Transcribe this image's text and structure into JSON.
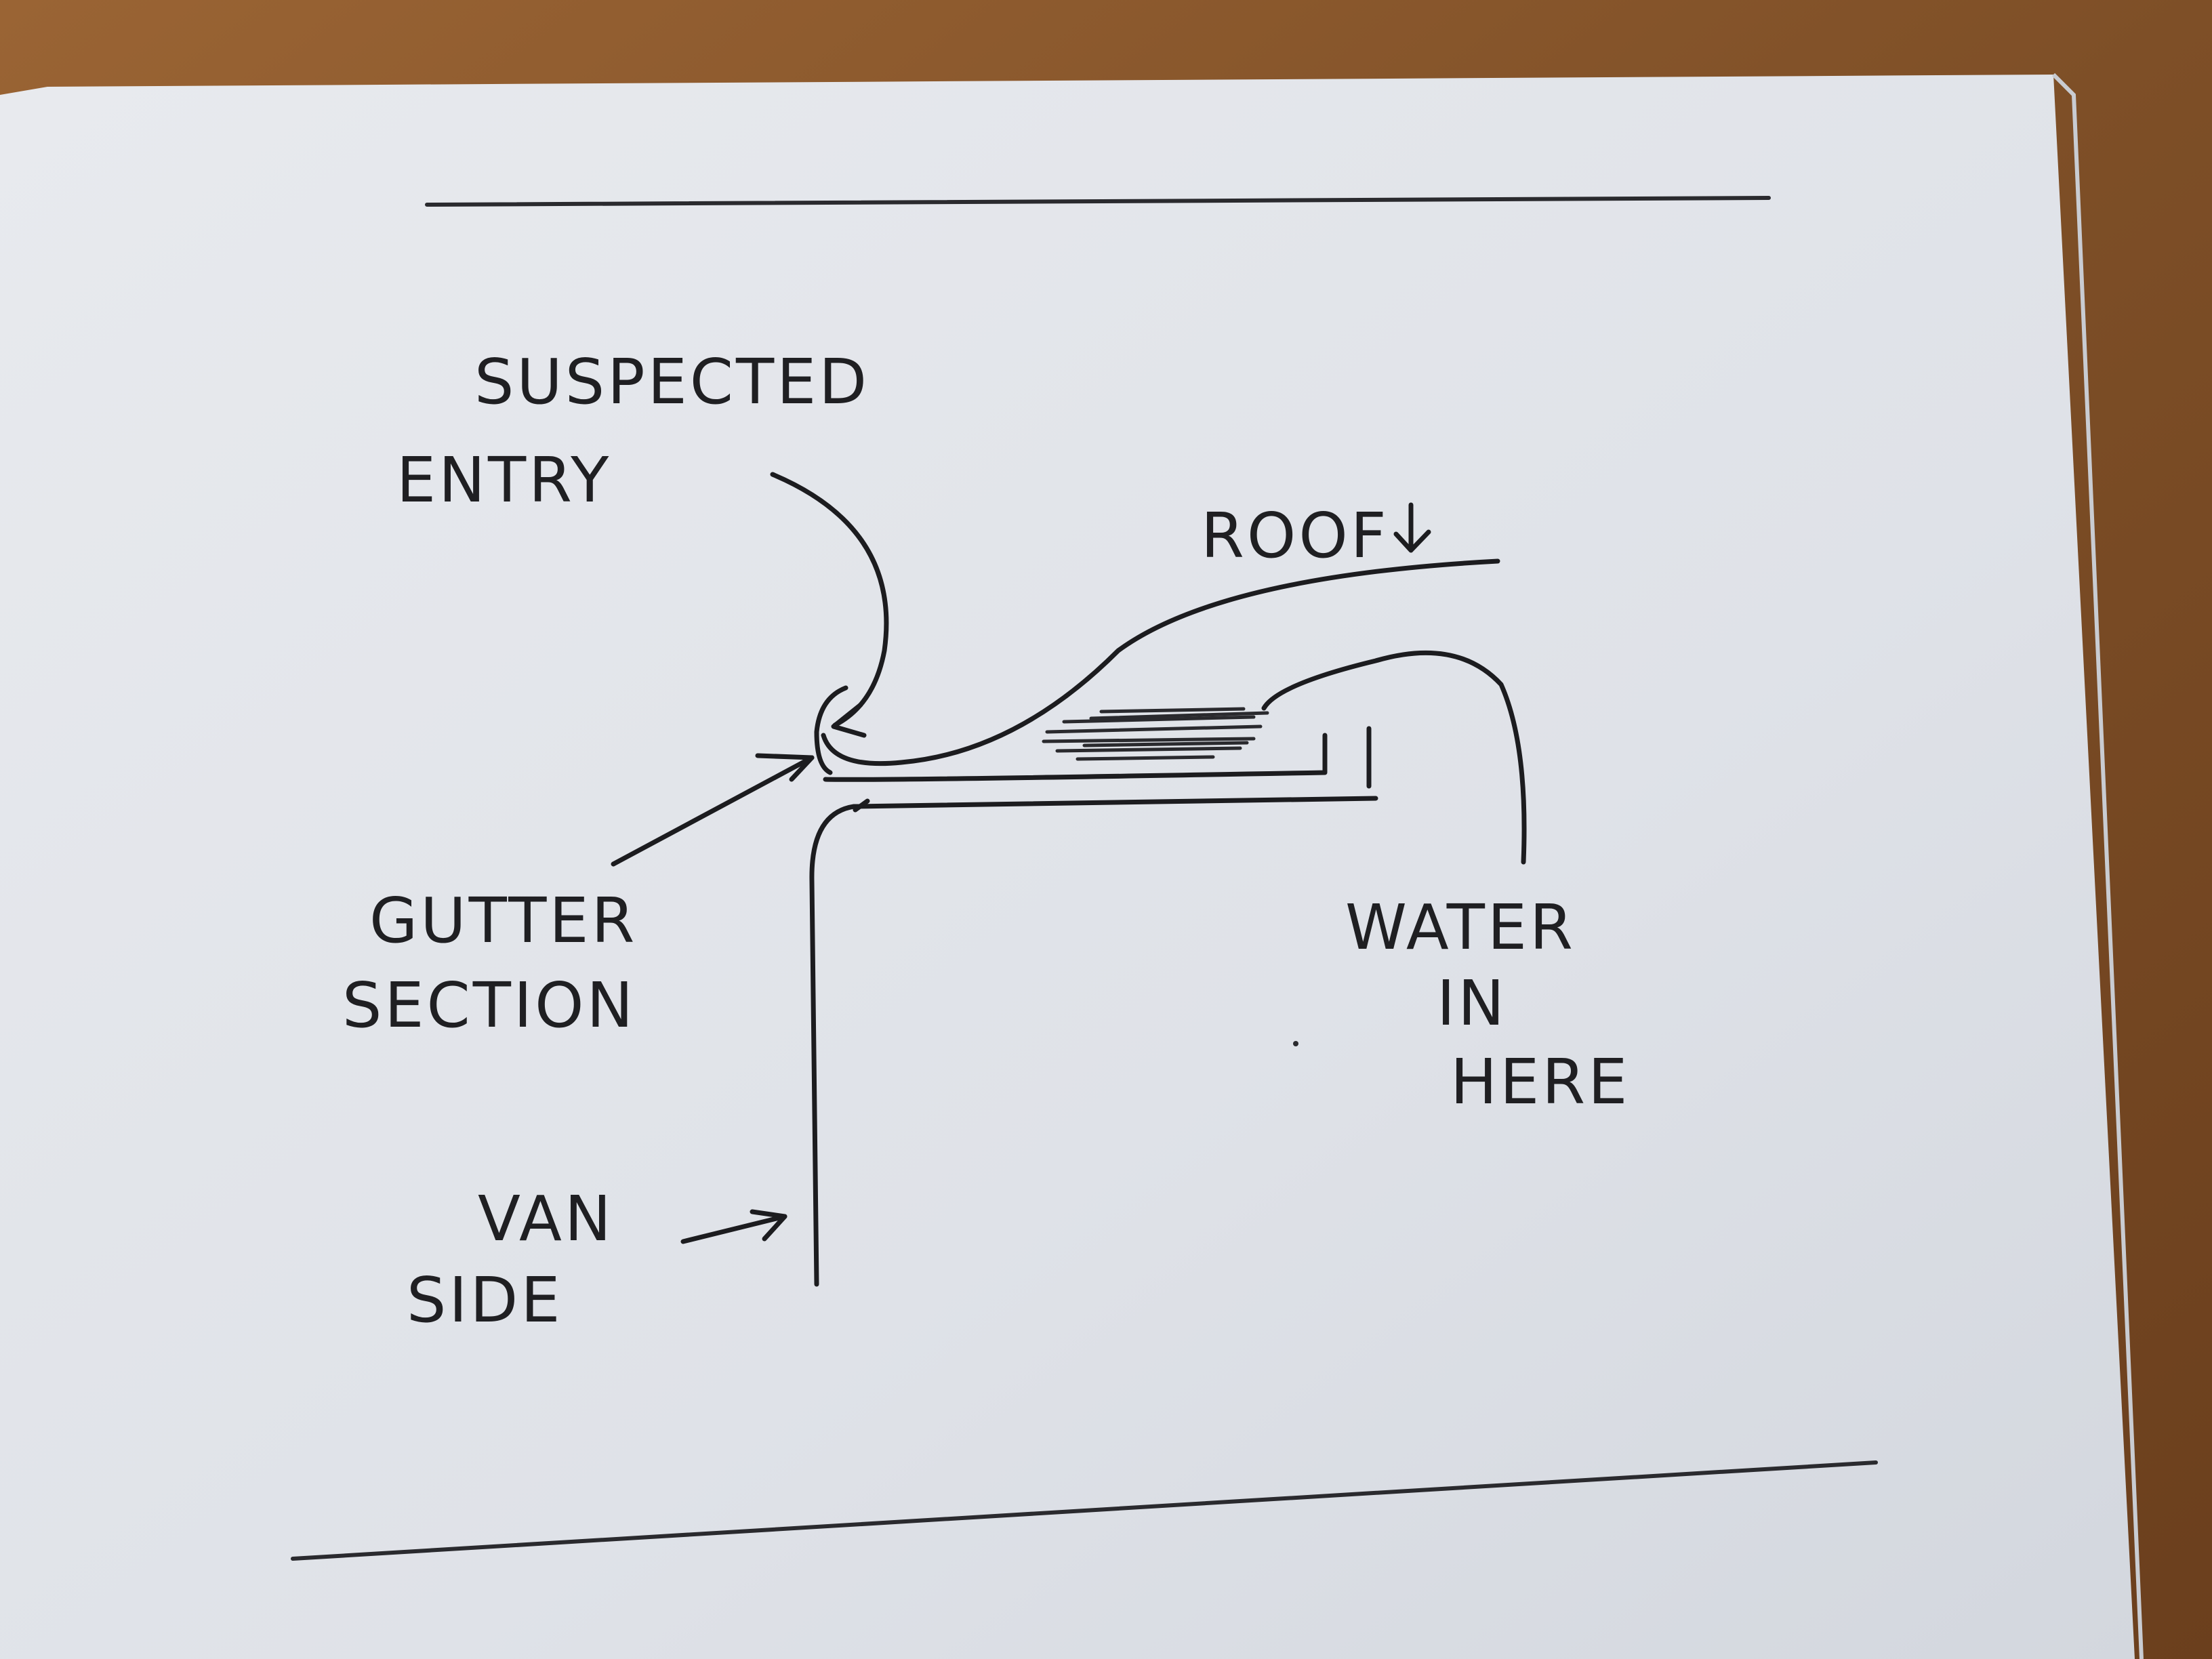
{
  "labels": {
    "suspected": "SUSPECTED",
    "entry": "ENTRY",
    "roof": "ROOF",
    "gutter": "GUTTER",
    "section": "SECTION",
    "water": "WATER",
    "in": "IN",
    "here": "HERE",
    "van": "VAN",
    "side": "SIDE"
  },
  "icons": {
    "roof_arrow": "arrow-down-icon"
  },
  "colors": {
    "paper": "#e4e7ec",
    "ink": "#1c1c1f",
    "table": "#8a5a2e"
  }
}
